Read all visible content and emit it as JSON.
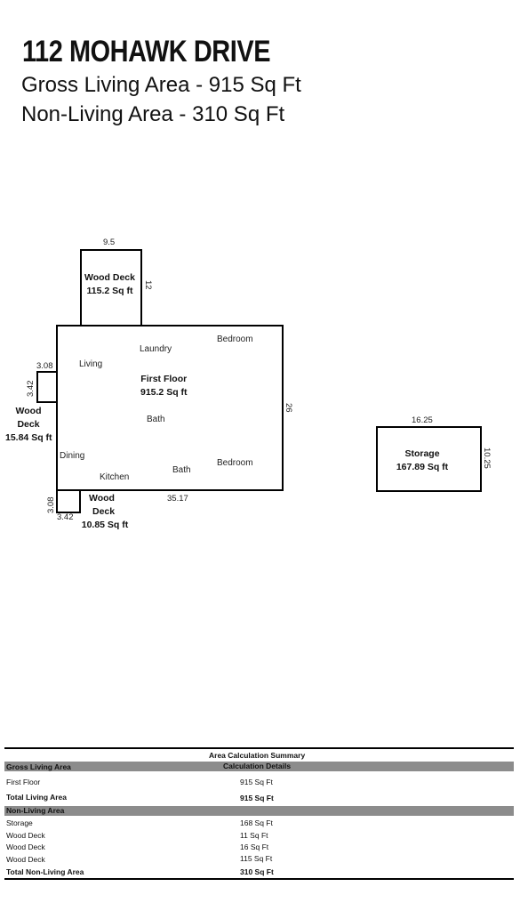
{
  "header": {
    "address": "112 MOHAWK DRIVE",
    "gross_living": "Gross Living Area - 915 Sq Ft",
    "non_living": "Non-Living Area - 310 Sq Ft"
  },
  "plan": {
    "wood_deck_top": {
      "name": "Wood Deck",
      "area": "115.2 Sq ft",
      "dim_top": "9.5",
      "dim_side": "12"
    },
    "first_floor": {
      "name": "First Floor",
      "area": "915.2 Sq ft",
      "dim_right": "26",
      "dim_bottom": "35.17",
      "rooms": [
        "Laundry",
        "Bedroom",
        "Living",
        "Bath",
        "Dining",
        "Kitchen",
        "Bath",
        "Bedroom"
      ]
    },
    "wood_deck_left": {
      "name_line1": "Wood",
      "name_line2": "Deck",
      "area": "15.84 Sq ft",
      "dim_top": "3.08",
      "dim_side": "3.42"
    },
    "wood_deck_bottom": {
      "name_line1": "Wood",
      "name_line2": "Deck",
      "area": "10.85 Sq ft",
      "dim_side": "3.08",
      "dim_bottom": "3.42"
    },
    "storage": {
      "name": "Storage",
      "area": "167.89 Sq ft",
      "dim_top": "16.25",
      "dim_side": "10.25"
    }
  },
  "summary": {
    "title": "Area Calculation Summary",
    "details_header": "Calculation Details",
    "gross_header": "Gross Living Area",
    "gross_rows": [
      {
        "label": "First Floor",
        "value": "915 Sq Ft",
        "bold": false
      },
      {
        "label": "Total Living Area",
        "value": "915 Sq Ft",
        "bold": true
      }
    ],
    "non_header": "Non-Living Area",
    "non_rows": [
      {
        "label": "Storage",
        "value": "168 Sq Ft",
        "bold": false
      },
      {
        "label": "Wood Deck",
        "value": "11 Sq Ft",
        "bold": false
      },
      {
        "label": "Wood Deck",
        "value": "16 Sq Ft",
        "bold": false
      },
      {
        "label": "Wood Deck",
        "value": "115 Sq Ft",
        "bold": false
      },
      {
        "label": "Total Non-Living Area",
        "value": "310 Sq Ft",
        "bold": true
      }
    ]
  }
}
